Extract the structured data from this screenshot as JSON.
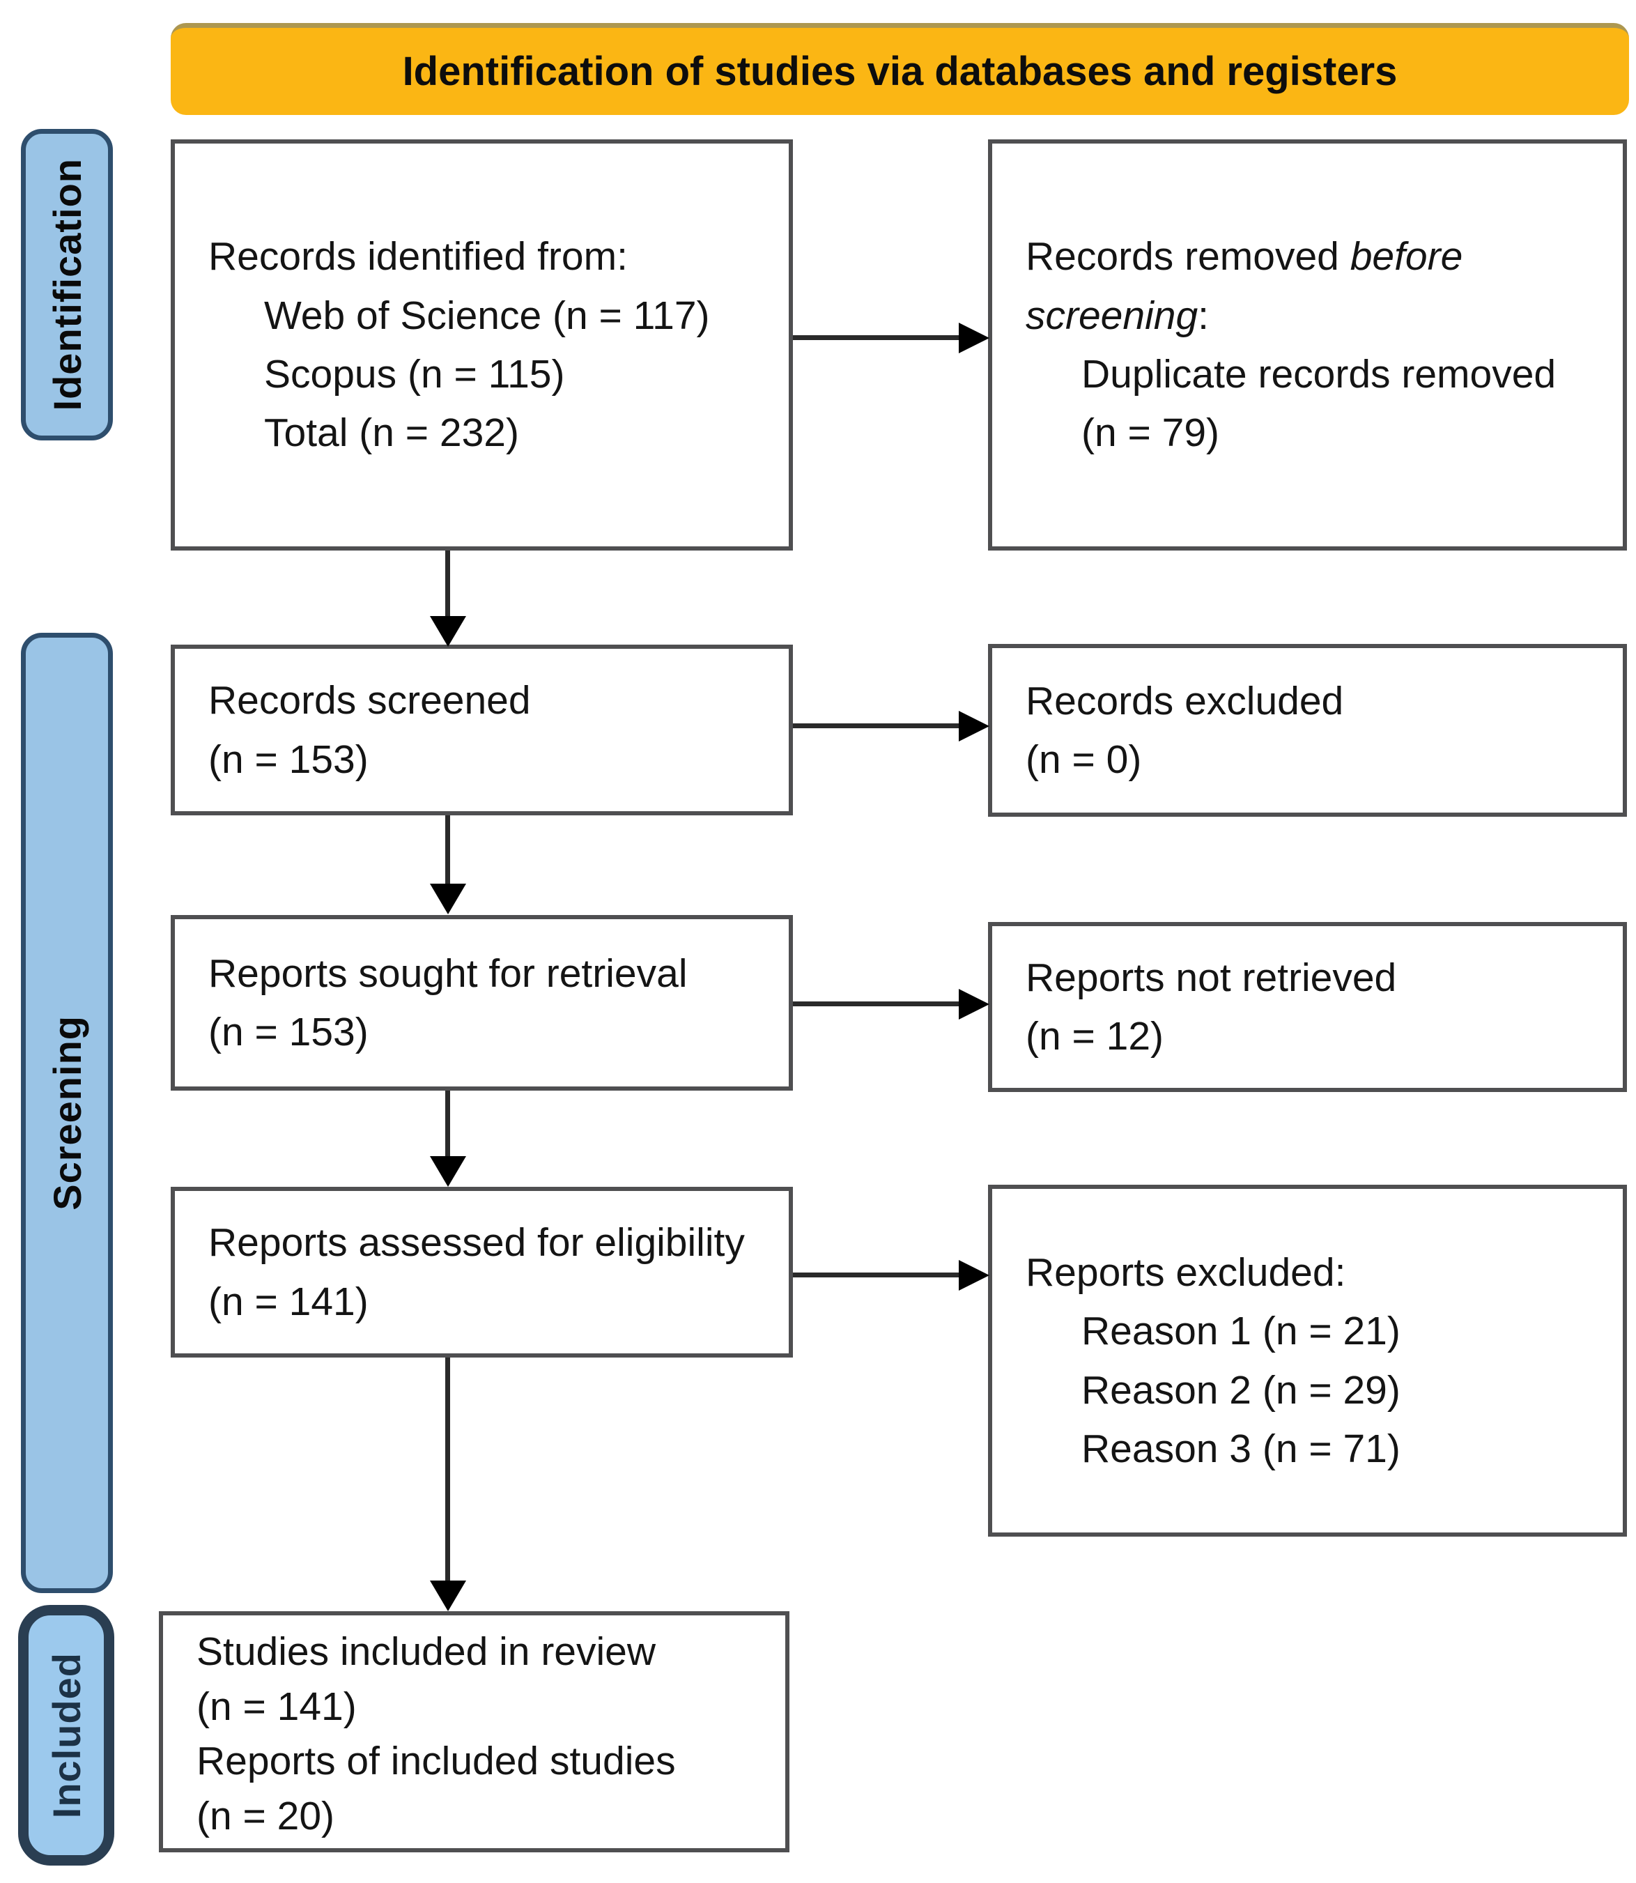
{
  "banner": {
    "title": "Identification of studies via databases and registers"
  },
  "stages": {
    "identification": "Identification",
    "screening": "Screening",
    "included": "Included"
  },
  "boxes": {
    "records_identified": {
      "lines": [
        "Records identified from:",
        "Web of Science (n = 117)",
        "Scopus (n = 115)",
        "Total (n = 232)"
      ]
    },
    "records_removed": {
      "line1_regular": "Records removed ",
      "line1_italic": "before",
      "line2_italic": "screening",
      "line2_suffix": ":",
      "sub_lines": [
        "Duplicate records removed",
        "(n = 79)"
      ]
    },
    "records_screened": {
      "lines": [
        "Records screened",
        "(n = 153)"
      ]
    },
    "records_excluded": {
      "lines": [
        "Records excluded",
        "(n = 0)"
      ]
    },
    "reports_sought": {
      "lines": [
        "Reports sought for retrieval",
        "(n = 153)"
      ]
    },
    "reports_not_retrieved": {
      "lines": [
        "Reports not retrieved",
        "(n = 12)"
      ]
    },
    "reports_assessed": {
      "lines": [
        "Reports assessed for eligibility",
        "(n = 141)"
      ]
    },
    "reports_excluded": {
      "header": "Reports excluded:",
      "reasons": [
        "Reason 1 (n = 21)",
        "Reason 2 (n = 29)",
        "Reason 3 (n = 71)"
      ]
    },
    "studies_included": {
      "lines": [
        "Studies included in review",
        "(n = 141)",
        "Reports of included studies",
        "(n = 20)"
      ]
    }
  },
  "colors": {
    "banner_bg": "#FBB614",
    "stage_fill": "#9AC4E6",
    "stage_border": "#2E4E6D",
    "included_border": "#2A3E52",
    "box_border": "#4F4F51",
    "arrow": "#000000"
  }
}
